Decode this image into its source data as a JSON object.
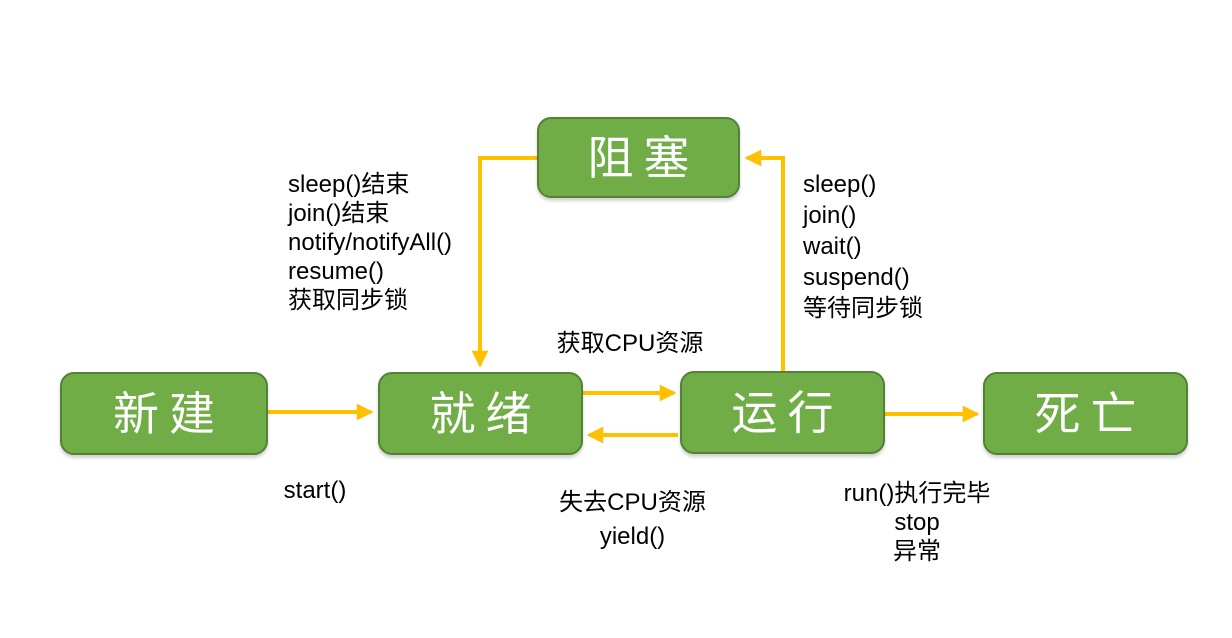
{
  "diagram": {
    "title_hint": "thread-state-transition-diagram",
    "states": {
      "blocked": "阻塞",
      "new": "新建",
      "ready": "就绪",
      "running": "运行",
      "dead": "死亡"
    },
    "labels": {
      "start": "start()",
      "acquire_cpu": "获取CPU资源",
      "lose_cpu_line1": "失去CPU资源",
      "lose_cpu_line2": "yield()",
      "dead_cause_line1": "run()执行完毕",
      "dead_cause_line2": "stop",
      "dead_cause_line3": "异常",
      "unblock_lines": [
        "sleep()结束",
        "join()结束",
        "notify/notifyAll()",
        "resume()",
        "获取同步锁"
      ],
      "block_lines": [
        "sleep()",
        "join()",
        "wait()",
        "suspend()",
        "等待同步锁"
      ]
    },
    "colors": {
      "box_fill": "#70AD47",
      "box_border": "#548235",
      "arrow": "#FFC000",
      "box_text": "#FFFFFF",
      "annotation_text": "#000000",
      "background": "#FFFFFF"
    }
  }
}
